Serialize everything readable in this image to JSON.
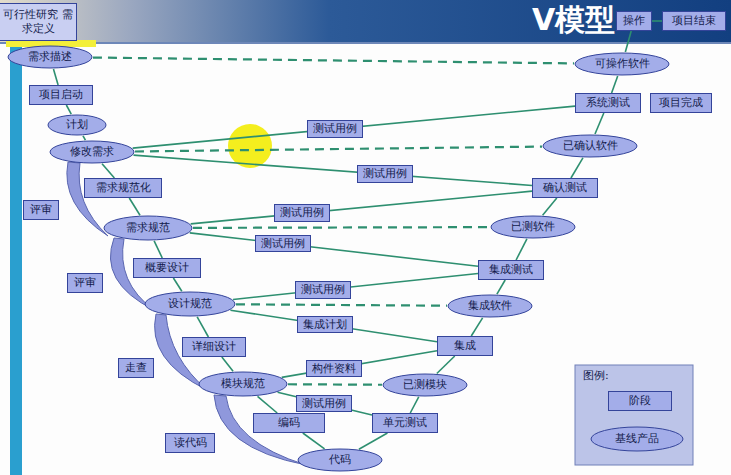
{
  "diagram": {
    "title": "V模型",
    "nodes": [
      {
        "text": [
          "可行性研究 需求定义"
        ]
      },
      {
        "text": [
          "需求描述"
        ]
      },
      {
        "text": [
          "项目启动"
        ]
      },
      {
        "text": [
          "计划"
        ]
      },
      {
        "text": [
          "修改需求"
        ]
      },
      {
        "text": [
          "需求规范化"
        ]
      },
      {
        "text": [
          "评审"
        ]
      },
      {
        "text": [
          "需求规范"
        ]
      },
      {
        "text": [
          "概要设计"
        ]
      },
      {
        "text": [
          "评审"
        ]
      },
      {
        "text": [
          "设计规范"
        ]
      },
      {
        "text": [
          "详细设计"
        ]
      },
      {
        "text": [
          "走查"
        ]
      },
      {
        "text": [
          "模块规范"
        ]
      },
      {
        "text": [
          "编码"
        ]
      },
      {
        "text": [
          "读代码"
        ]
      },
      {
        "text": [
          "代码"
        ]
      },
      {
        "text": [
          "可操作软件"
        ]
      },
      {
        "text": [
          "系统测试"
        ]
      },
      {
        "text": [
          "项目完成"
        ]
      },
      {
        "text": [
          "已确认软件"
        ]
      },
      {
        "text": [
          "确认测试"
        ]
      },
      {
        "text": [
          "已测软件"
        ]
      },
      {
        "text": [
          "集成测试"
        ]
      },
      {
        "text": [
          "集成软件"
        ]
      },
      {
        "text": [
          "集成"
        ]
      },
      {
        "text": [
          "已测模块"
        ]
      },
      {
        "text": [
          "单元测试"
        ]
      },
      {
        "text": [
          "操作"
        ]
      },
      {
        "text": [
          "项目结束"
        ]
      }
    ],
    "edges": [
      {
        "from": 1,
        "to": 2,
        "arrow": "none"
      },
      {
        "from": 2,
        "to": 3,
        "arrow": "none"
      },
      {
        "from": 3,
        "to": 4,
        "arrow": "none"
      },
      {
        "from": 4,
        "to": 5,
        "arrow": "none"
      },
      {
        "from": 5,
        "to": 7,
        "arrow": "none"
      },
      {
        "from": 7,
        "to": 8,
        "arrow": "none"
      },
      {
        "from": 8,
        "to": 10,
        "arrow": "none"
      },
      {
        "from": 10,
        "to": 11,
        "arrow": "none"
      },
      {
        "from": 11,
        "to": 13,
        "arrow": "none"
      },
      {
        "from": 13,
        "to": 14,
        "arrow": "none"
      },
      {
        "from": 14,
        "to": 16,
        "arrow": "none"
      },
      {
        "from": 16,
        "to": 27,
        "arrow": "none"
      },
      {
        "from": 27,
        "to": 26,
        "arrow": "none"
      },
      {
        "from": 26,
        "to": 25,
        "arrow": "none"
      },
      {
        "from": 25,
        "to": 24,
        "arrow": "none"
      },
      {
        "from": 24,
        "to": 23,
        "arrow": "none"
      },
      {
        "from": 23,
        "to": 22,
        "arrow": "none"
      },
      {
        "from": 22,
        "to": 21,
        "arrow": "none"
      },
      {
        "from": 21,
        "to": 20,
        "arrow": "none"
      },
      {
        "from": 20,
        "to": 18,
        "arrow": "none"
      },
      {
        "from": 18,
        "to": 17,
        "arrow": "none"
      },
      {
        "from": 17,
        "to": 28,
        "arrow": "none"
      },
      {
        "from": 28,
        "to": 29,
        "arrow": "none"
      },
      {
        "from": 1,
        "to": 17,
        "arrow": "none"
      },
      {
        "from": 4,
        "to": 20,
        "arrow": "none"
      },
      {
        "from": 7,
        "to": 22,
        "arrow": "none"
      },
      {
        "from": 10,
        "to": 24,
        "arrow": "none"
      },
      {
        "from": 13,
        "to": 26,
        "arrow": "none"
      },
      {
        "from": 4,
        "to": 18,
        "label": "测试用例",
        "arrow": "none"
      },
      {
        "from": 4,
        "to": 21,
        "label": "测试用例",
        "arrow": "none"
      },
      {
        "from": 7,
        "to": 21,
        "label": "测试用例",
        "arrow": "none"
      },
      {
        "from": 7,
        "to": 23,
        "label": "测试用例",
        "arrow": "none"
      },
      {
        "from": 10,
        "to": 23,
        "label": "测试用例",
        "arrow": "none"
      },
      {
        "from": 10,
        "to": 25,
        "label": "集成计划",
        "arrow": "none"
      },
      {
        "from": 13,
        "to": 25,
        "label": "构件资料",
        "arrow": "none"
      },
      {
        "from": 13,
        "to": 27,
        "label": "测试用例",
        "arrow": "none"
      }
    ],
    "labels": [
      "图例:"
    ],
    "legend": [
      {
        "text": "阶段"
      },
      {
        "text": "基线产品"
      }
    ]
  }
}
